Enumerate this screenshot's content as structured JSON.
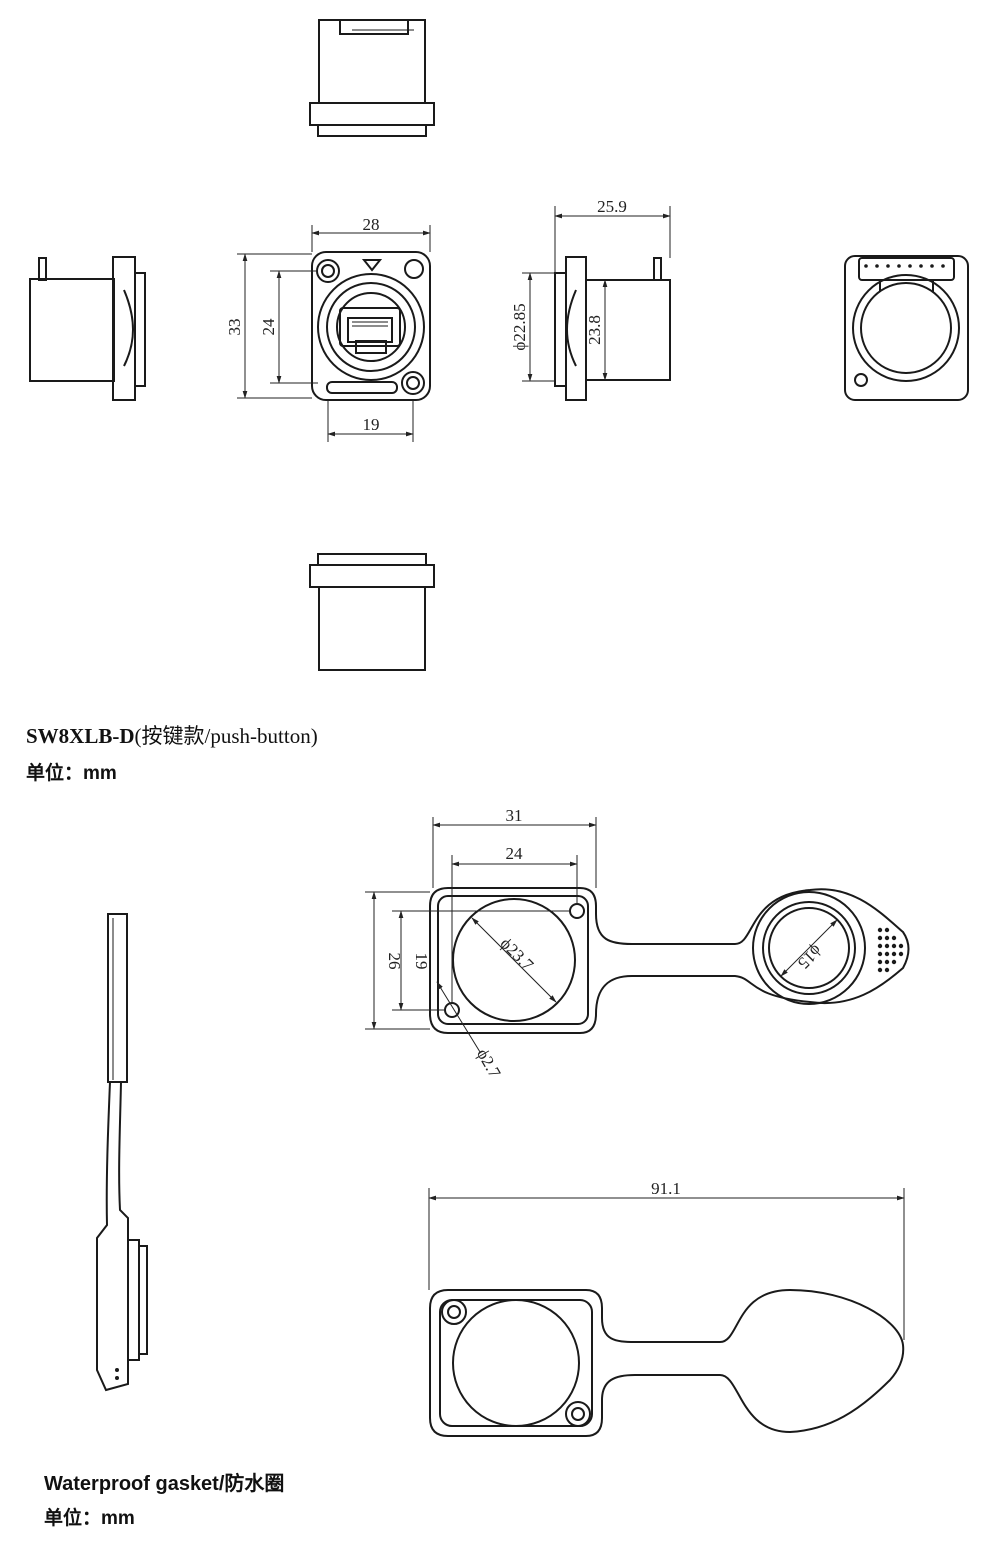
{
  "section1": {
    "model": "SW8XLB-D",
    "variant": "(按键款/push-button)",
    "unit": "单位：mm",
    "dimensions": {
      "width": "28",
      "height": "33",
      "hole_spacing_v": "24",
      "hole_spacing_h": "19",
      "depth": "25.9",
      "diameter": "ϕ22.85",
      "body_height": "23.8"
    }
  },
  "section2": {
    "title": "Waterproof gasket/防水圈",
    "unit": "单位：mm",
    "dimensions": {
      "width": "31",
      "hole_spacing_h": "24",
      "height": "26",
      "hole_spacing_v": "19",
      "bore_diameter": "ϕ23.7",
      "hole_diameter": "ϕ2.7",
      "cap_diameter": "ϕ15",
      "total_length": "91.1"
    }
  },
  "colors": {
    "line": "#1a1a1a",
    "background": "#ffffff"
  }
}
